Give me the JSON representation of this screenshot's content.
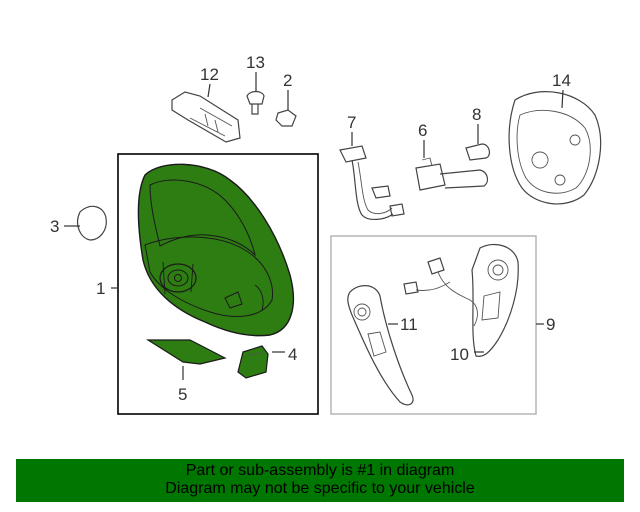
{
  "callouts": {
    "c1": "1",
    "c2": "2",
    "c3": "3",
    "c4": "4",
    "c5": "5",
    "c6": "6",
    "c7": "7",
    "c8": "8",
    "c9": "9",
    "c10": "10",
    "c11": "11",
    "c12": "12",
    "c13": "13",
    "c14": "14"
  },
  "highlight_color": "#2e7d12",
  "footer": {
    "line1": "Part or sub-assembly is #1 in diagram",
    "line2": "Diagram may not be specific to your vehicle",
    "background": "#007700"
  }
}
